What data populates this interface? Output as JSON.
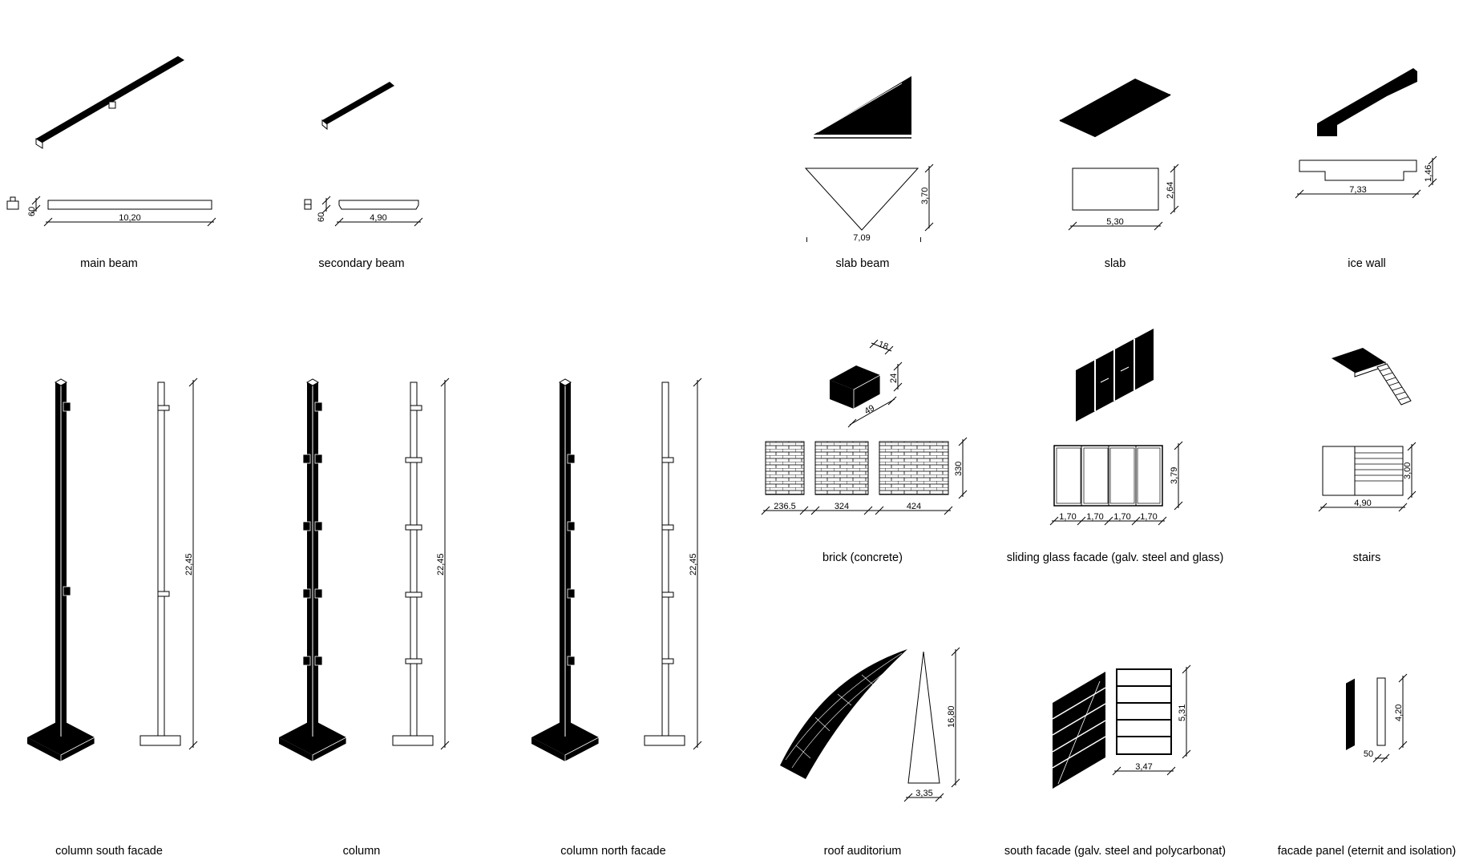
{
  "sheet": {
    "title": "",
    "background": "#ffffff",
    "ink": "#000000"
  },
  "elements": [
    {
      "id": "main-beam",
      "caption": "main beam",
      "dims": [
        "60",
        "10,20"
      ]
    },
    {
      "id": "secondary-beam",
      "caption": "secondary beam",
      "dims": [
        "60",
        "4,90"
      ]
    },
    {
      "id": "slab-beam",
      "caption": "slab beam",
      "dims": [
        "3,70",
        "7,09"
      ]
    },
    {
      "id": "slab",
      "caption": "slab",
      "dims": [
        "2,64",
        "5,30"
      ]
    },
    {
      "id": "ice-wall",
      "caption": "ice wall",
      "dims": [
        "1,46",
        "7,33"
      ]
    },
    {
      "id": "brick",
      "caption": "brick (concrete)",
      "dims": [
        "18",
        "24",
        "49",
        "330",
        "236.5",
        "324",
        "424"
      ]
    },
    {
      "id": "sliding-glass-facade",
      "caption": "sliding glass facade (galv. steel and glass)",
      "dims": [
        "3,79",
        "1,70",
        "1,70",
        "1,70",
        "1,70"
      ]
    },
    {
      "id": "stairs",
      "caption": "stairs",
      "dims": [
        "3,00",
        "4,90"
      ]
    },
    {
      "id": "column-south-facade",
      "caption": "column south facade",
      "dims": [
        "22,45"
      ]
    },
    {
      "id": "column",
      "caption": "column",
      "dims": [
        "22,45"
      ]
    },
    {
      "id": "column-north-facade",
      "caption": "column north facade",
      "dims": [
        "22,45"
      ]
    },
    {
      "id": "roof-auditorium",
      "caption": "roof auditorium",
      "dims": [
        "16,80",
        "3,35"
      ]
    },
    {
      "id": "south-facade",
      "caption": "south facade (galv. steel and polycarbonat)",
      "dims": [
        "5,31",
        "3,47"
      ]
    },
    {
      "id": "facade-panel",
      "caption": "facade panel (eternit and isolation)",
      "dims": [
        "4,20",
        "50"
      ]
    }
  ]
}
